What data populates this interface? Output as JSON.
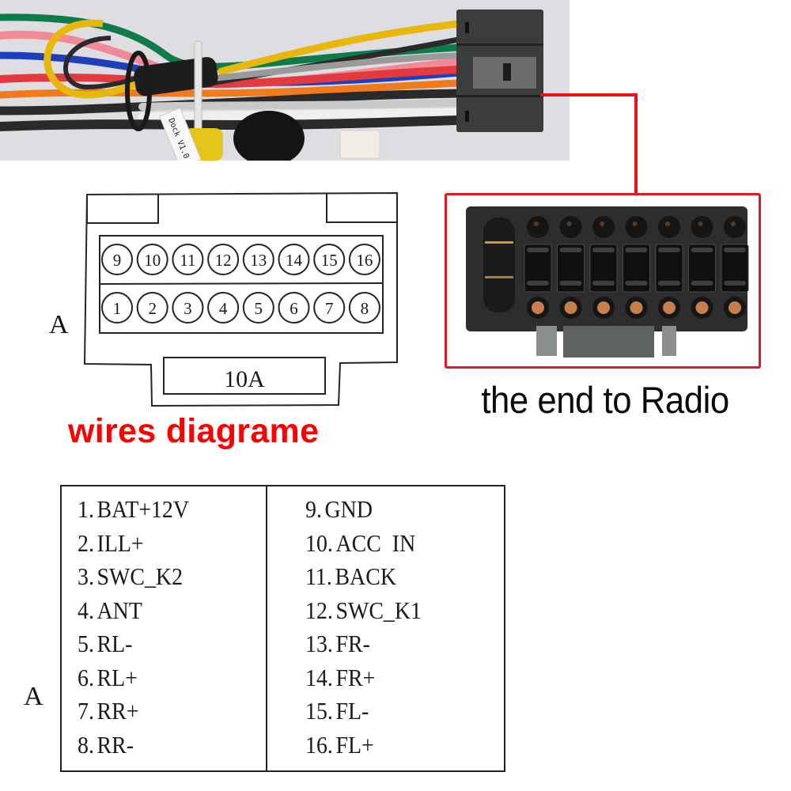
{
  "photo": {
    "subject": "wiring-harness-photo",
    "wire_colors": [
      "#0f7a4a",
      "#e8b70b",
      "#e23a3f",
      "#f08a97",
      "#1f3fb8",
      "#f07a1c",
      "#2a2a2a",
      "#c9c9c9",
      "#9a9a9a",
      "#efefef",
      "#8a5a48"
    ],
    "connector_color": "#3a3d3b",
    "label_tag_text": "Dock V1.0"
  },
  "radio_end": {
    "caption": "the end to Radio",
    "frame_color": "#e11a22"
  },
  "diagram": {
    "side_label": "A",
    "fuse_label": "10A",
    "top_row_pins": [
      "9",
      "10",
      "11",
      "12",
      "13",
      "14",
      "15",
      "16"
    ],
    "bottom_row_pins": [
      "1",
      "2",
      "3",
      "4",
      "5",
      "6",
      "7",
      "8"
    ],
    "title": "wires diagrame",
    "title_color": "#ff0000"
  },
  "pin_table": {
    "side_label": "A",
    "left": [
      {
        "num": "1.",
        "fn": "BAT+12V"
      },
      {
        "num": "2.",
        "fn": "ILL+"
      },
      {
        "num": "3.",
        "fn": "SWC_K2"
      },
      {
        "num": "4.",
        "fn": "ANT"
      },
      {
        "num": "5.",
        "fn": "RL-"
      },
      {
        "num": "6.",
        "fn": "RL+"
      },
      {
        "num": "7.",
        "fn": "RR+"
      },
      {
        "num": "8.",
        "fn": "RR-"
      }
    ],
    "right": [
      {
        "num": "9.",
        "fn": "GND"
      },
      {
        "num": "10.",
        "fn": "ACC  IN"
      },
      {
        "num": "11.",
        "fn": "BACK"
      },
      {
        "num": "12.",
        "fn": "SWC_K1"
      },
      {
        "num": "13.",
        "fn": "FR-"
      },
      {
        "num": "14.",
        "fn": "FR+"
      },
      {
        "num": "15.",
        "fn": "FL-"
      },
      {
        "num": "16.",
        "fn": "FL+"
      }
    ]
  }
}
